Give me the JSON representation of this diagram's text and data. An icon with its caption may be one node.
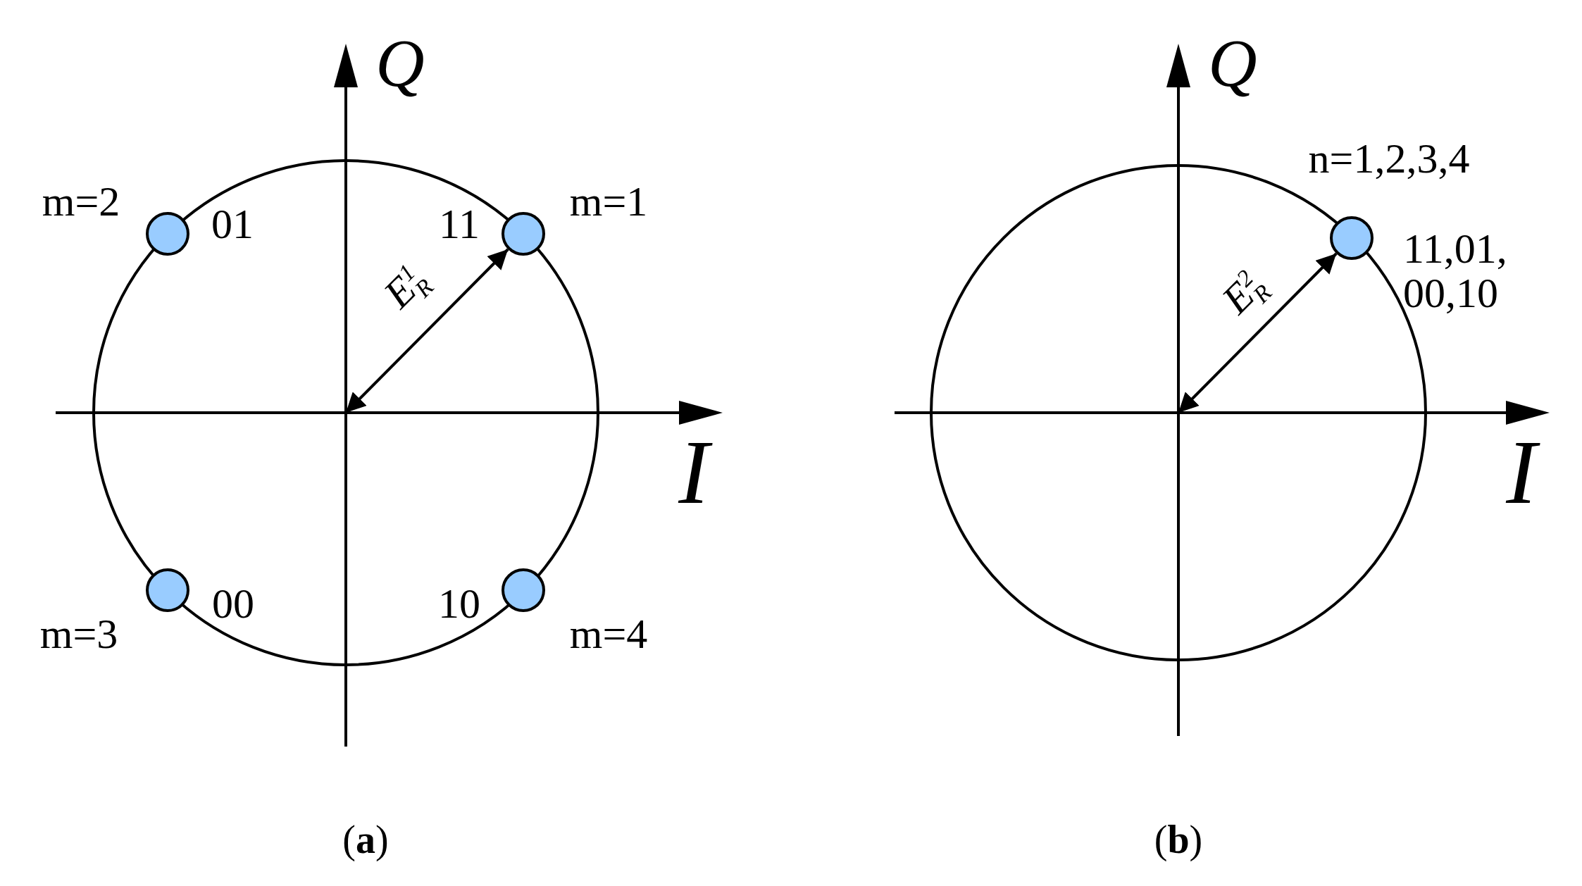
{
  "diagram": {
    "nodes": [
      {
        "text": [],
        "shape": "circle",
        "beside": [
          "m=2",
          "01"
        ]
      },
      {
        "text": [],
        "shape": "circle",
        "beside": [
          "11",
          "m=1"
        ]
      },
      {
        "text": [],
        "shape": "circle",
        "beside": [
          "00",
          "m=3"
        ]
      },
      {
        "text": [],
        "shape": "circle",
        "beside": [
          "10",
          "m=4"
        ]
      },
      {
        "text": [],
        "shape": "circle",
        "beside": [
          "n=1,2,3,4",
          "11,01, 00,10"
        ]
      }
    ],
    "edges": [
      {
        "from": null,
        "to": 1,
        "arrow": "both",
        "label": "E$^{1}$$_{R}$"
      },
      {
        "from": null,
        "to": 4,
        "arrow": "both",
        "label": "E$^{2}$$_{R}$"
      }
    ],
    "labels": [
      "Q",
      "Q",
      "I",
      "I",
      "(**a**)",
      "(**b**)"
    ]
  }
}
